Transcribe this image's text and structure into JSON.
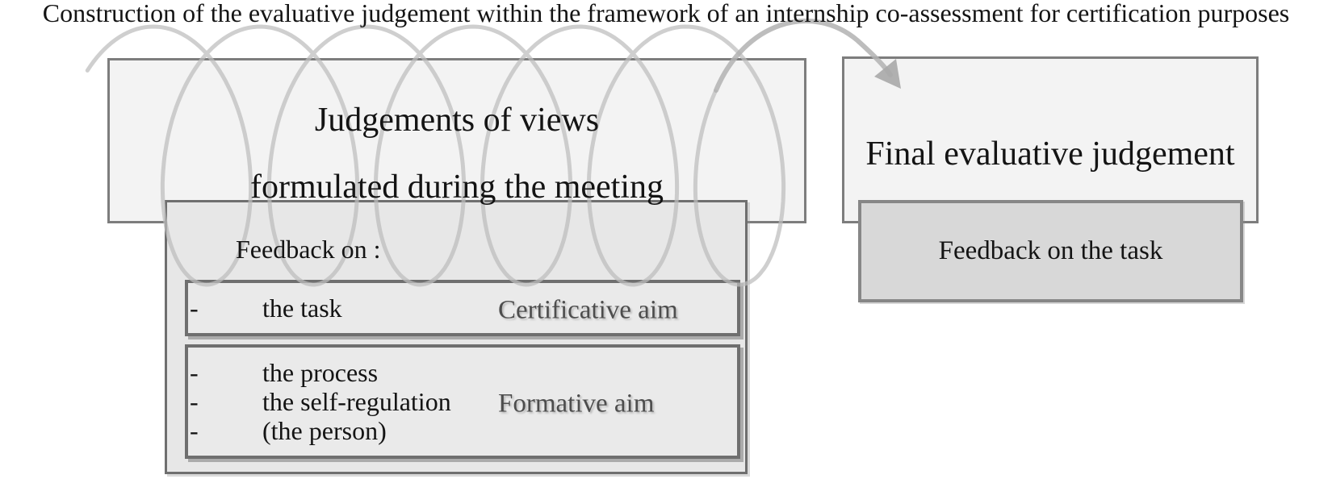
{
  "title": "Construction of the evaluative judgement within the framework of an internship co-assessment for certification purposes",
  "judgements_box": {
    "line1": "Judgements of views",
    "line2": "formulated during the meeting"
  },
  "final_box": {
    "label": "Final evaluative judgement"
  },
  "task_box": {
    "label": "Feedback on the task"
  },
  "feedback_box": {
    "heading": "Feedback on :",
    "bullet": "-",
    "certificative": {
      "items": [
        "the task"
      ],
      "aim": "Certificative aim"
    },
    "formative": {
      "items": [
        "the process",
        "the self-regulation",
        "(the person)"
      ],
      "aim": "Formative aim"
    }
  },
  "colors": {
    "page-bg": "#ffffff",
    "text": "#141414",
    "aim-text": "#4d4d4d",
    "aim-shadow": "#b9b9b9",
    "box-fill": "#f3f3f3",
    "box-border": "#7d7d7d",
    "subbox-fill": "#e7e7e7",
    "subbox-border": "#6f6f6f",
    "innerbox-fill": "#eaeaea",
    "innerbox-border": "#6f6f6f",
    "innerbox-shadow": "#ababab",
    "taskbox-fill": "#d8d8d8",
    "taskbox-border": "#878787",
    "coil": "#bdbdbd",
    "arrow": "#b2b2b2",
    "arrowhead": "#a8a8a8"
  }
}
